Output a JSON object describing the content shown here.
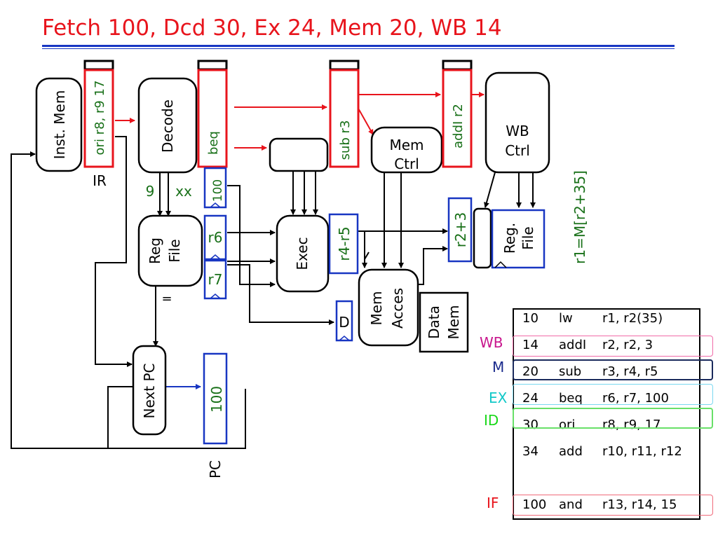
{
  "title": "Fetch 100, Dcd 30, Ex 24, Mem 20, WB 14",
  "blocks": {
    "inst_mem": "Inst. Mem",
    "decode": "Decode",
    "reg_file": [
      "Reg",
      "File"
    ],
    "exec": "Exec",
    "mem_ctrl": [
      "Mem",
      "Ctrl"
    ],
    "wb_ctrl": [
      "WB",
      "Ctrl"
    ],
    "mem_acces": [
      "Mem",
      "Acces"
    ],
    "data_mem": [
      "Data",
      "Mem"
    ],
    "next_pc": "Next PC",
    "reg_file_wb": [
      "Reg.",
      "File"
    ]
  },
  "pipeline_regs": {
    "ir_contents": "ori r8, r9 17",
    "id_ex_contents": "beq",
    "ex_mem_contents": "sub r3",
    "mem_wb_contents": "addI r2",
    "imm": "100",
    "rs_val": "r6",
    "rt_val": "r7",
    "alu_out": "r4-r5",
    "wb_val": "r2+3",
    "d_reg": "D",
    "pc_val": "100"
  },
  "labels": {
    "ir": "IR",
    "pc": "PC",
    "nine": "9",
    "xx": "xx",
    "equals": "=",
    "r1_annotation": "r1=M[r2+35]"
  },
  "program": {
    "rows": [
      {
        "addr": "10",
        "op": "lw",
        "args": "r1, r2(35)"
      },
      {
        "addr": "14",
        "op": "addI",
        "args": "r2, r2, 3"
      },
      {
        "addr": "20",
        "op": "sub",
        "args": "r3, r4, r5"
      },
      {
        "addr": "24",
        "op": "beq",
        "args": "r6, r7, 100"
      },
      {
        "addr": "30",
        "op": "ori",
        "args": "r8, r9, 17"
      },
      {
        "addr": "34",
        "op": "add",
        "args": "r10, r11, r12"
      },
      {
        "addr": "100",
        "op": "and",
        "args": "r13, r14, 15"
      }
    ]
  },
  "stages": {
    "wb": {
      "label": "WB",
      "color": "#c8148c",
      "box": "#f06aa8"
    },
    "m": {
      "label": "M",
      "color": "#1a2a8c",
      "box": "#1a2a5c"
    },
    "ex": {
      "label": "EX",
      "color": "#10c8c8",
      "box": "#7ad8f0"
    },
    "id": {
      "label": "ID",
      "color": "#18d818",
      "box": "#68e068"
    },
    "if": {
      "label": "IF",
      "color": "#e8141c",
      "box": "#f06a7a"
    }
  },
  "colors": {
    "title": "#e8141c",
    "pipe_reg": "#e8141c",
    "data_reg": "#1836c2",
    "instr_text": "#187018",
    "red_wire": "#e8141c",
    "blue_wire": "#1836c2"
  }
}
